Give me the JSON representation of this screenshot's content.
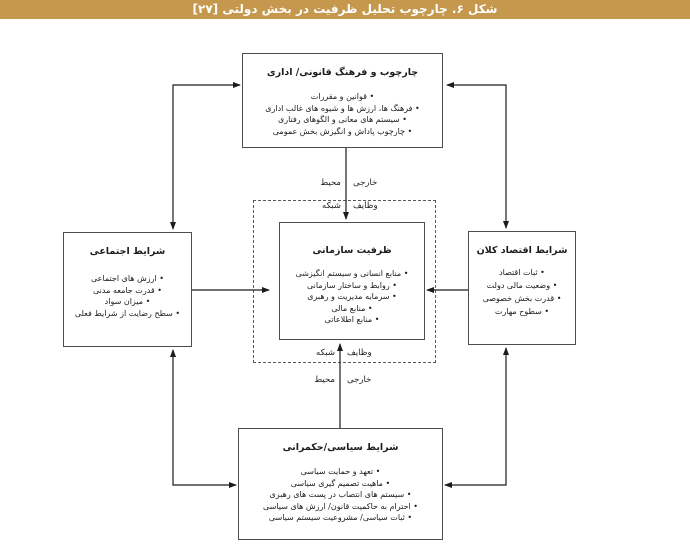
{
  "title_bar": {
    "text": "شکل ۶. چارچوب تحلیل ظرفیت در بخش دولتی [۲۷]",
    "bg_color": "#C5984D",
    "text_color": "#ffffff"
  },
  "boxes": {
    "top": {
      "title": "چارچوب و فرهنگ قانونی/ اداری",
      "items": [
        "قوانین و مقررات",
        "فرهنگ ها، ارزش ها و شیوه های غالب اداری",
        "سیستم های معانی و الگوهای رفتاری",
        "چارچوب پاداش و انگیزش بخش عمومی"
      ]
    },
    "left": {
      "title": "شرایط اجتماعی",
      "items": [
        "ارزش های اجتماعی",
        "قدرت جامعه مدنی",
        "میزان سواد",
        "سطح رضایت از شرایط فعلی"
      ]
    },
    "right": {
      "title": "شرایط اقتصاد کلان",
      "items": [
        "ثبات اقتصاد",
        "وضعیت مالی دولت",
        "قدرت بخش خصوصی",
        "سطوح مهارت"
      ]
    },
    "center": {
      "title": "ظرفیت سازمانی",
      "items": [
        "منابع انسانی و سیستم انگیزشی",
        "روابط و ساختار سازمانی",
        "سرمایه مدیریت و رهبری",
        "منابع مالی",
        "منابع اطلاعاتی"
      ]
    },
    "bottom": {
      "title": "شرایط سیاسی/حکمرانی",
      "items": [
        "تعهد و حمایت سیاسی",
        "ماهیت تصمیم گیری سیاسی",
        "سیستم های انتصاب در پست های رهبری",
        "احترام به حاکمیت قانون/ ارزش های سیاسی",
        "ثبات سیاسی/ مشروعیت سیستم سیاسی"
      ]
    }
  },
  "boundary_labels": {
    "environment": "محیط",
    "external": "خارجی",
    "network": "شبکه",
    "tasks": "وظایف"
  },
  "colors": {
    "accent": "#C5984D",
    "line": "#1c1c1c",
    "border": "#4d4d4d"
  }
}
